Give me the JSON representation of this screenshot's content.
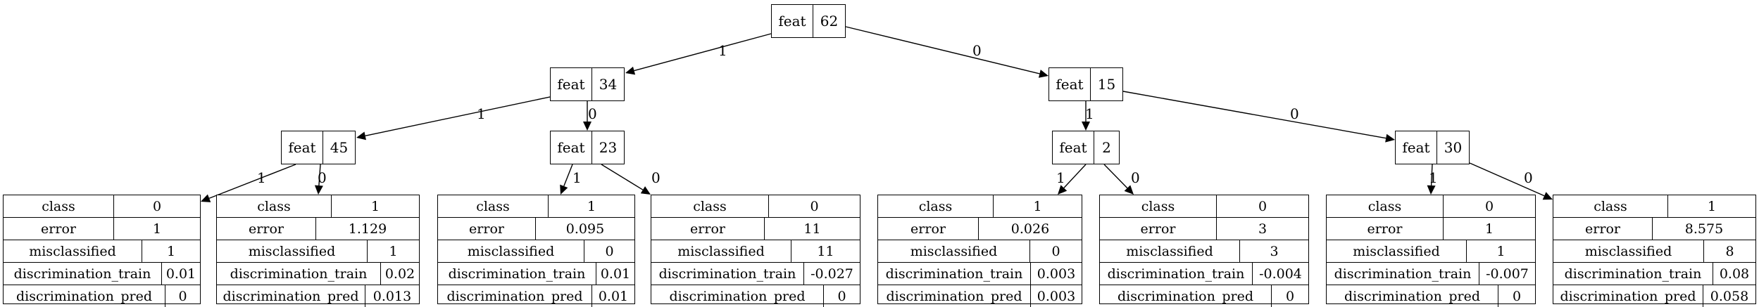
{
  "tree": {
    "feature_label": "feat",
    "nodes": {
      "root": {
        "feature": "62"
      },
      "l": {
        "feature": "34"
      },
      "r": {
        "feature": "15"
      },
      "ll": {
        "feature": "45"
      },
      "lr": {
        "feature": "23"
      },
      "rl": {
        "feature": "2"
      },
      "rr": {
        "feature": "30"
      }
    },
    "edge_labels": {
      "root_l": "1",
      "root_r": "0",
      "l_ll": "1",
      "l_lr": "0",
      "r_rl": "1",
      "r_rr": "0",
      "ll_a": "1",
      "ll_b": "0",
      "lr_a": "1",
      "lr_b": "0",
      "rl_a": "1",
      "rl_b": "0",
      "rr_a": "1",
      "rr_b": "0"
    },
    "leaf_keys": {
      "class": "class",
      "error": "error",
      "misclassified": "misclassified",
      "discrimination_train": "discrimination_train",
      "discrimination_pred": "discrimination_pred"
    },
    "leaves": [
      {
        "class": "0",
        "error": "1",
        "misclassified": "1",
        "discrimination_train": "0.01",
        "discrimination_pred": "0"
      },
      {
        "class": "1",
        "error": "1.129",
        "misclassified": "1",
        "discrimination_train": "0.02",
        "discrimination_pred": "0.013"
      },
      {
        "class": "1",
        "error": "0.095",
        "misclassified": "0",
        "discrimination_train": "0.01",
        "discrimination_pred": "0.01"
      },
      {
        "class": "0",
        "error": "11",
        "misclassified": "11",
        "discrimination_train": "-0.027",
        "discrimination_pred": "0"
      },
      {
        "class": "1",
        "error": "0.026",
        "misclassified": "0",
        "discrimination_train": "0.003",
        "discrimination_pred": "0.003"
      },
      {
        "class": "0",
        "error": "3",
        "misclassified": "3",
        "discrimination_train": "-0.004",
        "discrimination_pred": "0"
      },
      {
        "class": "0",
        "error": "1",
        "misclassified": "1",
        "discrimination_train": "-0.007",
        "discrimination_pred": "0"
      },
      {
        "class": "1",
        "error": "8.575",
        "misclassified": "8",
        "discrimination_train": "0.08",
        "discrimination_pred": "0.058"
      }
    ]
  }
}
